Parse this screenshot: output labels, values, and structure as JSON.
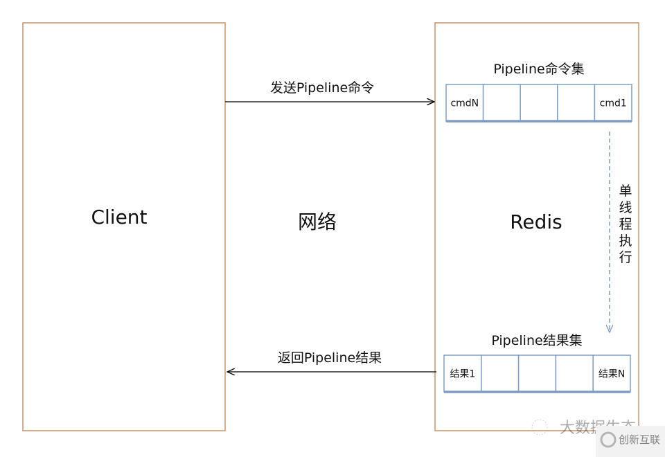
{
  "client": {
    "label": "Client"
  },
  "network": {
    "label": "网络"
  },
  "redis": {
    "label": "Redis"
  },
  "send_arrow": {
    "label": "发送Pipeline命令"
  },
  "return_arrow": {
    "label": "返回Pipeline结果"
  },
  "command_set": {
    "title": "Pipeline命令集",
    "cells": [
      "cmdN",
      "",
      "",
      "",
      "cmd1"
    ]
  },
  "result_set": {
    "title": "Pipeline结果集",
    "cells": [
      "结果1",
      "",
      "",
      "",
      "结果N"
    ]
  },
  "execution": {
    "label": [
      "单",
      "线",
      "程",
      "执",
      "行"
    ]
  },
  "watermarks": {
    "wechat": "大数据生态",
    "brand": "创新互联"
  },
  "colors": {
    "box_border": "#c9936a",
    "cell_border": "#7f9dc4",
    "dashed_arrow": "#7f9dc4"
  }
}
